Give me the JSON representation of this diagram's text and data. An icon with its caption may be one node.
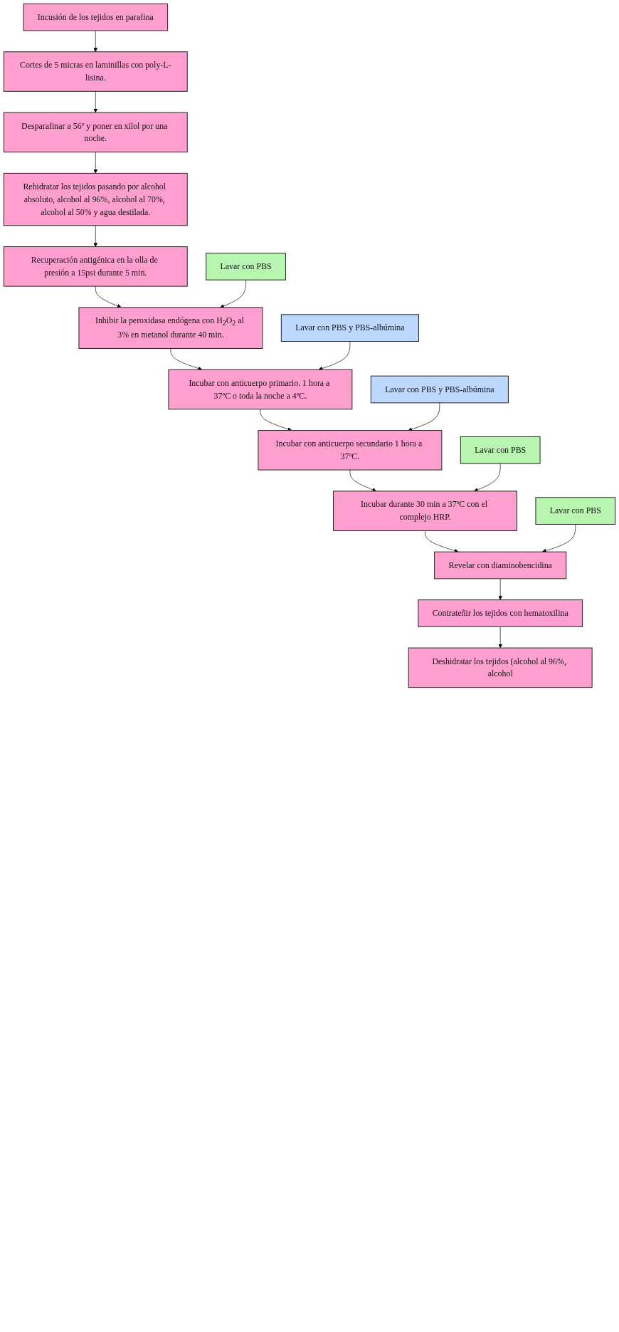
{
  "diagram": {
    "nodes": [
      {
        "text": [
          "Incusión de los tejidos en parafina"
        ]
      },
      {
        "text": [
          "Cortes de 5 micras en laminillas con poly-L-lisina."
        ]
      },
      {
        "text": [
          "Desparafinar a 56º y poner en xilol por una noche."
        ]
      },
      {
        "text": [
          "Rehidratar los tejidos pasando por alcohol absoluto, alcohol al 96%, alcohol al 70%, alcohol al 50% y agua destilada."
        ]
      },
      {
        "text": [
          "Recuperación antigénica en la olla de presión a 15psi durante 5 min."
        ]
      },
      {
        "text": [
          "Lavar con PBS"
        ]
      },
      {
        "text": [
          "Inhibir la peroxidasa endógena con H$_{2}$O$_{2}$ al 3% en metanol durante 40 min."
        ]
      },
      {
        "text": [
          "Lavar con PBS y PBS-albúmina"
        ]
      },
      {
        "text": [
          "Incubar con anticuerpo primario. 1 hora a 37ºC o toda la noche a 4ºC."
        ]
      },
      {
        "text": [
          "Lavar con PBS y PBS-albúmina"
        ]
      },
      {
        "text": [
          "Incubar con anticuerpo secundario 1 hora a 37ºC."
        ]
      },
      {
        "text": [
          "Lavar con PBS"
        ]
      },
      {
        "text": [
          "Incubar durante 30 min a 37ºC con el complejo HRP."
        ]
      },
      {
        "text": [
          "Lavar con PBS"
        ]
      },
      {
        "text": [
          "Revelar con diaminobencidina"
        ]
      },
      {
        "text": [
          "Contrateñir los tejidos con hematoxilina"
        ]
      },
      {
        "text": [
          "Deshidratar los tejidos (alcohol al 96%, alcohol"
        ]
      }
    ],
    "edges": [
      {
        "from": 0,
        "to": 1,
        "arrow": "to"
      },
      {
        "from": 1,
        "to": 2,
        "arrow": "to"
      },
      {
        "from": 2,
        "to": 3,
        "arrow": "to"
      },
      {
        "from": 3,
        "to": 4,
        "arrow": "to"
      },
      {
        "from": 4,
        "to": 6,
        "arrow": "to"
      },
      {
        "from": 5,
        "to": 6,
        "arrow": "to"
      },
      {
        "from": 6,
        "to": 8,
        "arrow": "to"
      },
      {
        "from": 7,
        "to": 8,
        "arrow": "to"
      },
      {
        "from": 8,
        "to": 10,
        "arrow": "to"
      },
      {
        "from": 9,
        "to": 10,
        "arrow": "to"
      },
      {
        "from": 10,
        "to": 12,
        "arrow": "to"
      },
      {
        "from": 11,
        "to": 12,
        "arrow": "to"
      },
      {
        "from": 12,
        "to": 14,
        "arrow": "to"
      },
      {
        "from": 13,
        "to": 14,
        "arrow": "to"
      },
      {
        "from": 14,
        "to": 15,
        "arrow": "to"
      },
      {
        "from": 15,
        "to": 16,
        "arrow": "to"
      }
    ]
  }
}
